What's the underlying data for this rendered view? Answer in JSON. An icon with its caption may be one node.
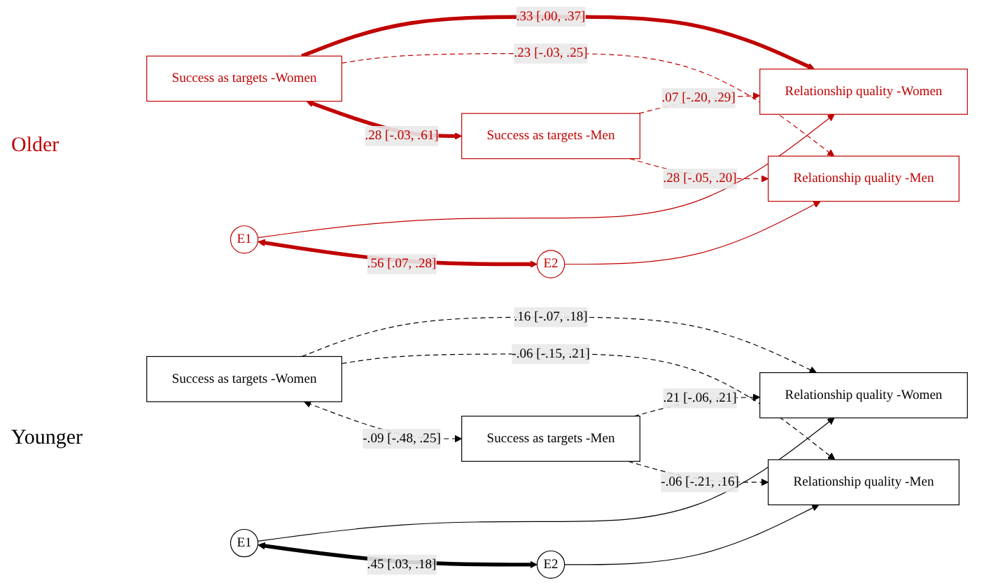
{
  "diagram": {
    "nodes": [
      {
        "text": [
          "Success as targets -Women"
        ]
      },
      {
        "text": [
          "Relationship quality -Women"
        ]
      },
      {
        "text": [
          "E1"
        ]
      },
      {
        "text": [
          "Success as targets -Men"
        ]
      },
      {
        "text": [
          "Relationship quality -Men"
        ]
      },
      {
        "text": [
          "E2"
        ]
      },
      {
        "text": [
          "Success as targets -Women"
        ]
      },
      {
        "text": [
          "Relationship quality -Women"
        ]
      },
      {
        "text": [
          "E1"
        ]
      },
      {
        "text": [
          "Success as targets -Men"
        ]
      },
      {
        "text": [
          "Relationship quality -Men"
        ]
      },
      {
        "text": [
          "E2"
        ]
      }
    ],
    "edges": [
      {
        "from": 0,
        "to": 1,
        "arrow": "to",
        "label": ".33 [.00, .37]",
        "style": "thick",
        "color": "#c00000"
      },
      {
        "from": 3,
        "to": 1,
        "arrow": "to",
        "label": ".07 [-.20, .29]",
        "style": "dashed",
        "color": "#c00000"
      },
      {
        "from": 0,
        "to": 4,
        "arrow": "to",
        "label": ".23 [-.03, .25]",
        "style": "dashed",
        "color": "#c00000"
      },
      {
        "from": 3,
        "to": 4,
        "arrow": "to",
        "label": ".28 [-.05, .20]",
        "style": "dashed",
        "color": "#c00000"
      },
      {
        "from": 2,
        "to": 1,
        "arrow": "to",
        "color": "#c00000"
      },
      {
        "from": 5,
        "to": 4,
        "arrow": "to",
        "color": "#c00000"
      },
      {
        "from": 0,
        "to": 3,
        "arrow": "both",
        "label": ".28 [-.03, .61]",
        "style": "thick",
        "color": "#c00000"
      },
      {
        "from": 2,
        "to": 5,
        "arrow": "both",
        "label": ".56 [.07, .28]",
        "style": "thick",
        "color": "#c00000"
      },
      {
        "from": 6,
        "to": 7,
        "arrow": "to",
        "label": ".16 [-.07, .18]",
        "style": "dashed",
        "color": "#000000"
      },
      {
        "from": 9,
        "to": 7,
        "arrow": "to",
        "label": ".21 [-.06, .21]",
        "style": "dashed",
        "color": "#000000"
      },
      {
        "from": 6,
        "to": 10,
        "arrow": "to",
        "label": "-.06 [-.15, .21]",
        "style": "dashed",
        "color": "#000000"
      },
      {
        "from": 9,
        "to": 10,
        "arrow": "to",
        "label": "-.06 [-.21, .16]",
        "style": "dashed",
        "color": "#000000"
      },
      {
        "from": 8,
        "to": 7,
        "arrow": "to",
        "color": "#000000"
      },
      {
        "from": 11,
        "to": 10,
        "arrow": "to",
        "color": "#000000"
      },
      {
        "from": 6,
        "to": 9,
        "arrow": "both",
        "label": "-.09 [-.48, .25]",
        "style": "dashed",
        "color": "#000000"
      },
      {
        "from": 8,
        "to": 11,
        "arrow": "both",
        "label": ".45 [.03, .18]",
        "style": "thick",
        "color": "#000000"
      }
    ],
    "labels": [
      "Older",
      "Younger"
    ]
  }
}
